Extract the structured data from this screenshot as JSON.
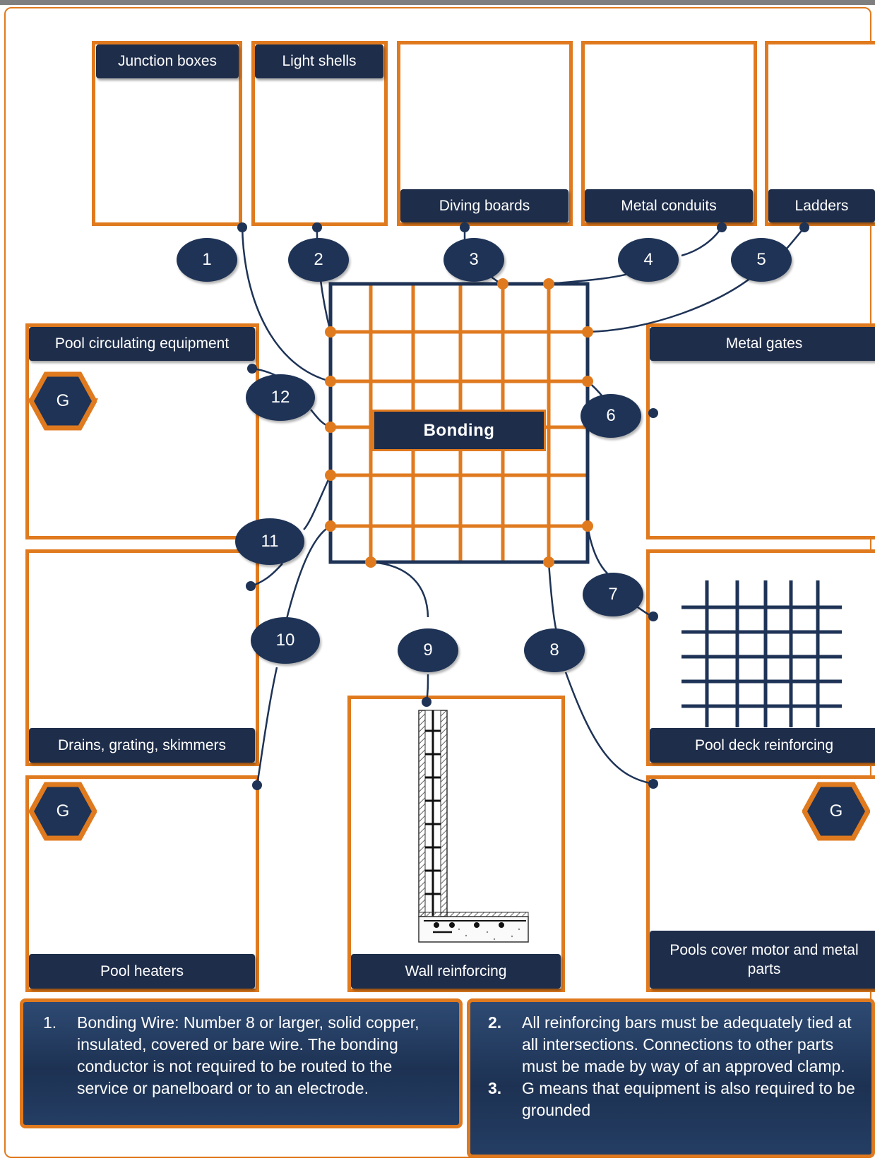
{
  "colors": {
    "orange": "#e07a1f",
    "navy": "#1e2d4a",
    "callout": "#1e3356",
    "grid": "#1e3356"
  },
  "labels": {
    "junction_boxes": "Junction boxes",
    "light_shells": "Light shells",
    "diving_boards": "Diving boards",
    "metal_conduits": "Metal conduits",
    "ladders": "Ladders",
    "pool_circulating_equipment": "Pool circulating equipment",
    "metal_gates": "Metal gates",
    "drains": "Drains, grating, skimmers",
    "pool_deck_reinforcing": "Pool deck reinforcing",
    "pool_heaters": "Pool heaters",
    "wall_reinforcing": "Wall reinforcing",
    "pool_cover": "Pools cover motor and metal parts",
    "bonding": "Bonding"
  },
  "grounded_marker": "G",
  "callouts": [
    "1",
    "2",
    "3",
    "4",
    "5",
    "6",
    "7",
    "8",
    "9",
    "10",
    "11",
    "12"
  ],
  "notes": {
    "left": [
      {
        "num": "1.",
        "text": "Bonding Wire: Number 8 or larger, solid copper, insulated, covered or bare wire. The bonding conductor is not required to be routed to the service or panelboard or to an electrode."
      }
    ],
    "right": [
      {
        "num": "2.",
        "text": "All reinforcing bars must be adequately tied at all intersections. Connections to other parts must be made by way of an approved clamp."
      },
      {
        "num": "3.",
        "text": "G means that equipment is also required to be grounded"
      }
    ]
  }
}
